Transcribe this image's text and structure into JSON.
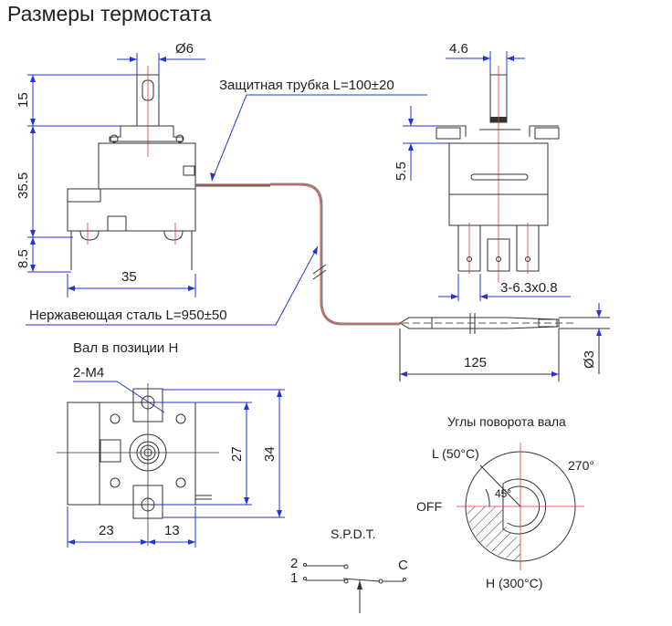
{
  "page": {
    "title": "Размеры термостата"
  },
  "front_view": {
    "shaft_diameter": "Ø6",
    "shaft_height": "15",
    "body_height": "35.5",
    "leg_height": "8.5",
    "width": "35"
  },
  "side_view": {
    "shaft_width": "4.6",
    "flange_offset": "5.5",
    "terminals": "3-6.3x0.8"
  },
  "capillary": {
    "tube_label": "Защитная трубка L=100±20",
    "steel_label": "Нержавеющая сталь L=950±50",
    "bulb_length": "125",
    "bulb_diameter": "Ø3"
  },
  "top_view": {
    "caption": "Вал в позиции H",
    "screws": "2-M4",
    "hole_spacing": "27",
    "height": "34",
    "left_width": "23",
    "right_width": "13"
  },
  "switch": {
    "caption": "S.P.D.T.",
    "pin2": "2",
    "pin1": "1",
    "common": "C"
  },
  "rotation": {
    "caption": "Углы поворота вала",
    "low": "L (50°C)",
    "high": "H (300°C)",
    "off": "OFF",
    "angle_small": "45°",
    "angle_total": "270°"
  },
  "colors": {
    "dimension": "#2233dd",
    "axis": "#ee3333",
    "outline": "#333333"
  }
}
